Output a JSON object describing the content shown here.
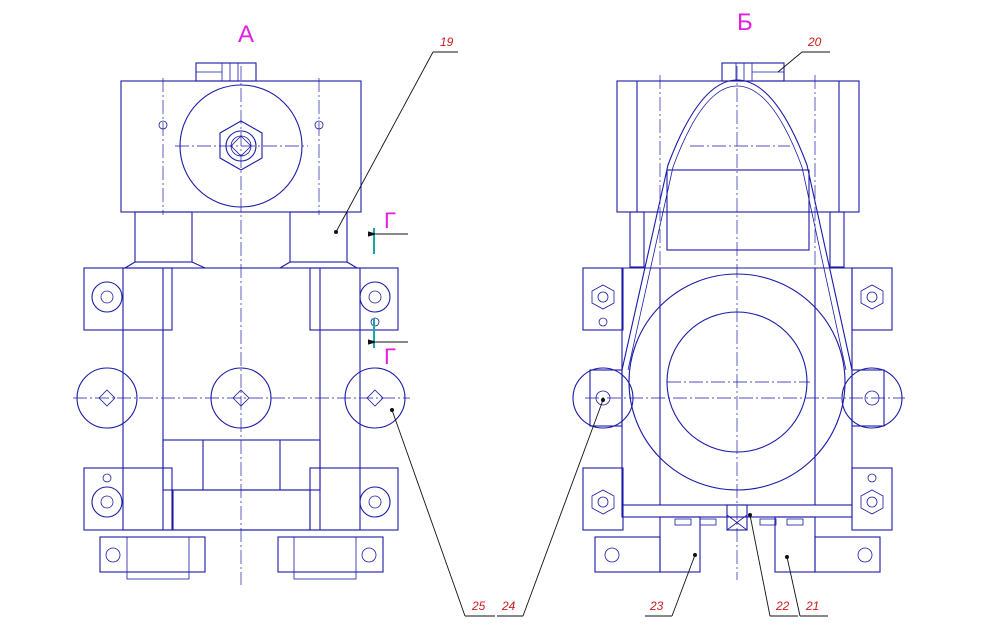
{
  "views": {
    "left": "А",
    "right": "Б"
  },
  "section_marks": {
    "top": "Г",
    "bottom": "Г"
  },
  "callouts": {
    "c19": "19",
    "c20": "20",
    "c21": "21",
    "c22": "22",
    "c23": "23",
    "c24": "24",
    "c25": "25"
  },
  "colors": {
    "line": "#1a1aa8",
    "leader": "#111111",
    "title": "#e21ee2",
    "callout": "#cc1a1a",
    "section_line": "#13a8a8"
  }
}
